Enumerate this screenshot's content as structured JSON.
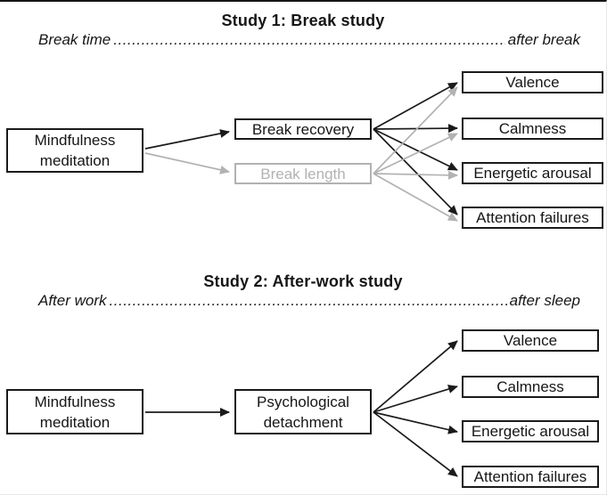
{
  "colors": {
    "ink": "#1a1a1a",
    "muted_gray": "#b2b2b2",
    "background": "#ffffff"
  },
  "study1": {
    "title": "Study 1: Break study",
    "timeline": {
      "start": "Break time",
      "dots": "........................................................................................................................................................",
      "end": "after break"
    },
    "nodes": {
      "predictor": "Mindfulness meditation",
      "mediator_primary": "Break recovery",
      "mediator_secondary": "Break length",
      "outcomes": [
        "Valence",
        "Calmness",
        "Energetic arousal",
        "Attention failures"
      ]
    }
  },
  "study2": {
    "title": "Study 2: After-work study",
    "timeline": {
      "start": "After work",
      "dots": "........................................................................................................................................................",
      "end": "after sleep"
    },
    "nodes": {
      "predictor": "Mindfulness meditation",
      "mediator_primary": "Psychological detachment",
      "outcomes": [
        "Valence",
        "Calmness",
        "Energetic arousal",
        "Attention failures"
      ]
    }
  }
}
